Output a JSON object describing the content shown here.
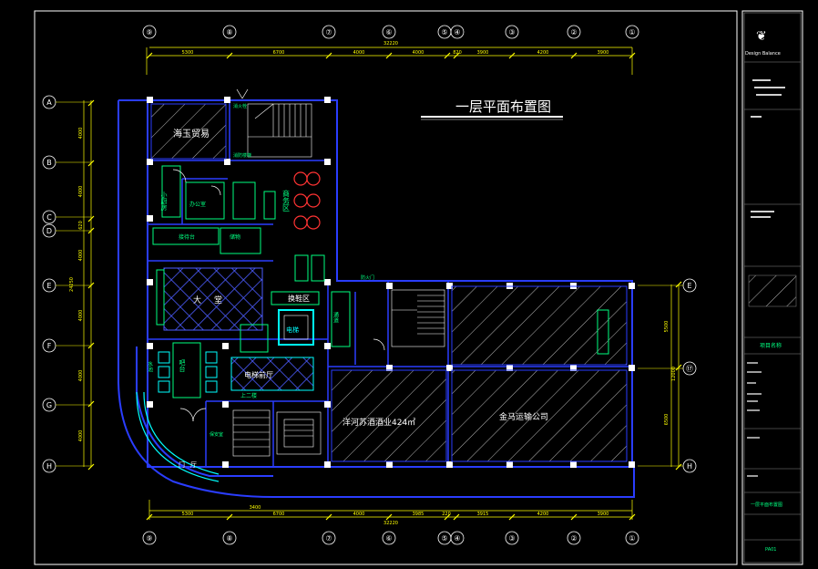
{
  "drawing": {
    "title": "一层平面布置图",
    "top_dims": {
      "overall": "32220",
      "segments": [
        "5300",
        "6700",
        "4000",
        "4000",
        "820",
        "3900",
        "4200",
        "3900"
      ]
    },
    "bottom_dims": {
      "overall": "32220",
      "segments": [
        "5300",
        "6700",
        "4000",
        "3985",
        "220",
        "3915",
        "4200",
        "3900"
      ],
      "extra": "3400"
    },
    "left_dims": {
      "overall": "24250",
      "segments": [
        "4000",
        "4000",
        "620",
        "4000",
        "4000",
        "4000",
        "4000"
      ]
    },
    "right_dims": {
      "overall": "12000",
      "segments": [
        "5500",
        "6500"
      ]
    },
    "column_axes": [
      "⑨",
      "⑧",
      "⑦",
      "⑥",
      "⑤",
      "④",
      "③",
      "②",
      "①"
    ],
    "row_axes": [
      "A",
      "B",
      "C",
      "D",
      "E",
      "F",
      "G",
      "H"
    ],
    "right_axes": [
      "E",
      "H"
    ],
    "right_axis_mid": "⑰",
    "rooms": {
      "jade": "海玉贸易",
      "small_kitchen": "小厨房",
      "office": "办公室",
      "business": "商务区",
      "reception": "接待台",
      "storage": "储物",
      "hall": "大堂",
      "shoe_change": "换鞋区",
      "elevator": "电梯",
      "tea_bar": "吧台",
      "water": "水池",
      "elevator_hall": "电梯前厅",
      "stair_up": "上二楼",
      "fire_stair": "消防楼梯",
      "office_left": "洋河苏酒酒业424㎡",
      "office_right": "金马运输公司",
      "corridor": "通道",
      "lobby_label": "门厅",
      "security": "保安室",
      "fire_hydrant": "消火栓",
      "door_sign": "防火门"
    }
  },
  "sidebar": {
    "company": "Design Balance",
    "project_label": "项目名称",
    "sheet_title": "一层平面布置图",
    "sheet_no": "PA01"
  },
  "colors": {
    "wall": "#2a3dff",
    "dim": "#ffff00",
    "text": "#ffffff",
    "room": "#00ff80",
    "hatch": "#b8b8b8",
    "accent": "#00ffff",
    "furniture": "#ff3333"
  }
}
